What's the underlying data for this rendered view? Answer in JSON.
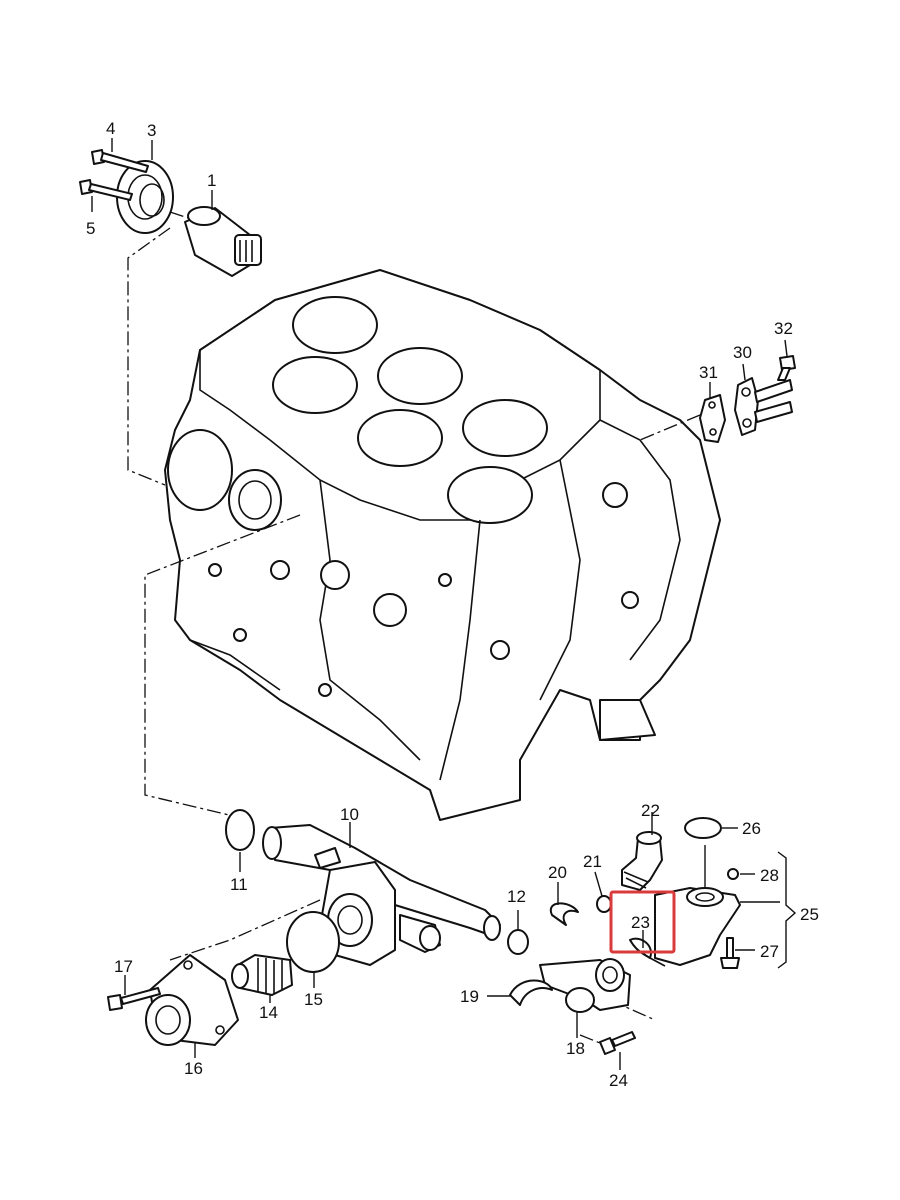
{
  "highlight_color": "#d93a3a",
  "callouts": {
    "p1": "1",
    "p3": "3",
    "p4": "4",
    "p5": "5",
    "p10": "10",
    "p11": "11",
    "p12": "12",
    "p14": "14",
    "p15": "15",
    "p16": "16",
    "p17": "17",
    "p18": "18",
    "p19": "19",
    "p20": "20",
    "p21": "21",
    "p22": "22",
    "p23": "23",
    "p24": "24",
    "p25": "25",
    "p26": "26",
    "p27": "27",
    "p28": "28",
    "p30": "30",
    "p31": "31",
    "p32": "32"
  }
}
